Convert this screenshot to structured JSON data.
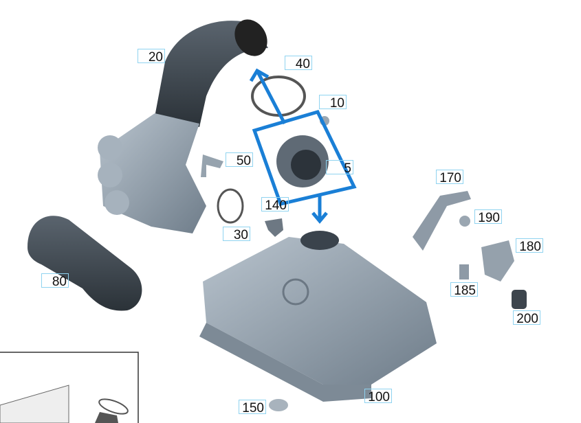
{
  "accent_color": "#1a7fd6",
  "label_border_color": "#8fd3f0",
  "part_color": "#8f9daa",
  "callouts": [
    {
      "id": "20",
      "part": "intake-hose"
    },
    {
      "id": "40",
      "part": "hose-clamp"
    },
    {
      "id": "10",
      "part": "screw"
    },
    {
      "id": "50",
      "part": "connector"
    },
    {
      "id": "5",
      "part": "air-mass-sensor"
    },
    {
      "id": "170",
      "part": "bracket"
    },
    {
      "id": "140",
      "part": "sensor"
    },
    {
      "id": "30",
      "part": "hose-clamp"
    },
    {
      "id": "190",
      "part": "nut"
    },
    {
      "id": "180",
      "part": "bracket"
    },
    {
      "id": "80",
      "part": "air-duct"
    },
    {
      "id": "185",
      "part": "bolt"
    },
    {
      "id": "200",
      "part": "rubber-mount"
    },
    {
      "id": "150",
      "part": "grommet"
    },
    {
      "id": "100",
      "part": "air-filter-housing"
    }
  ]
}
